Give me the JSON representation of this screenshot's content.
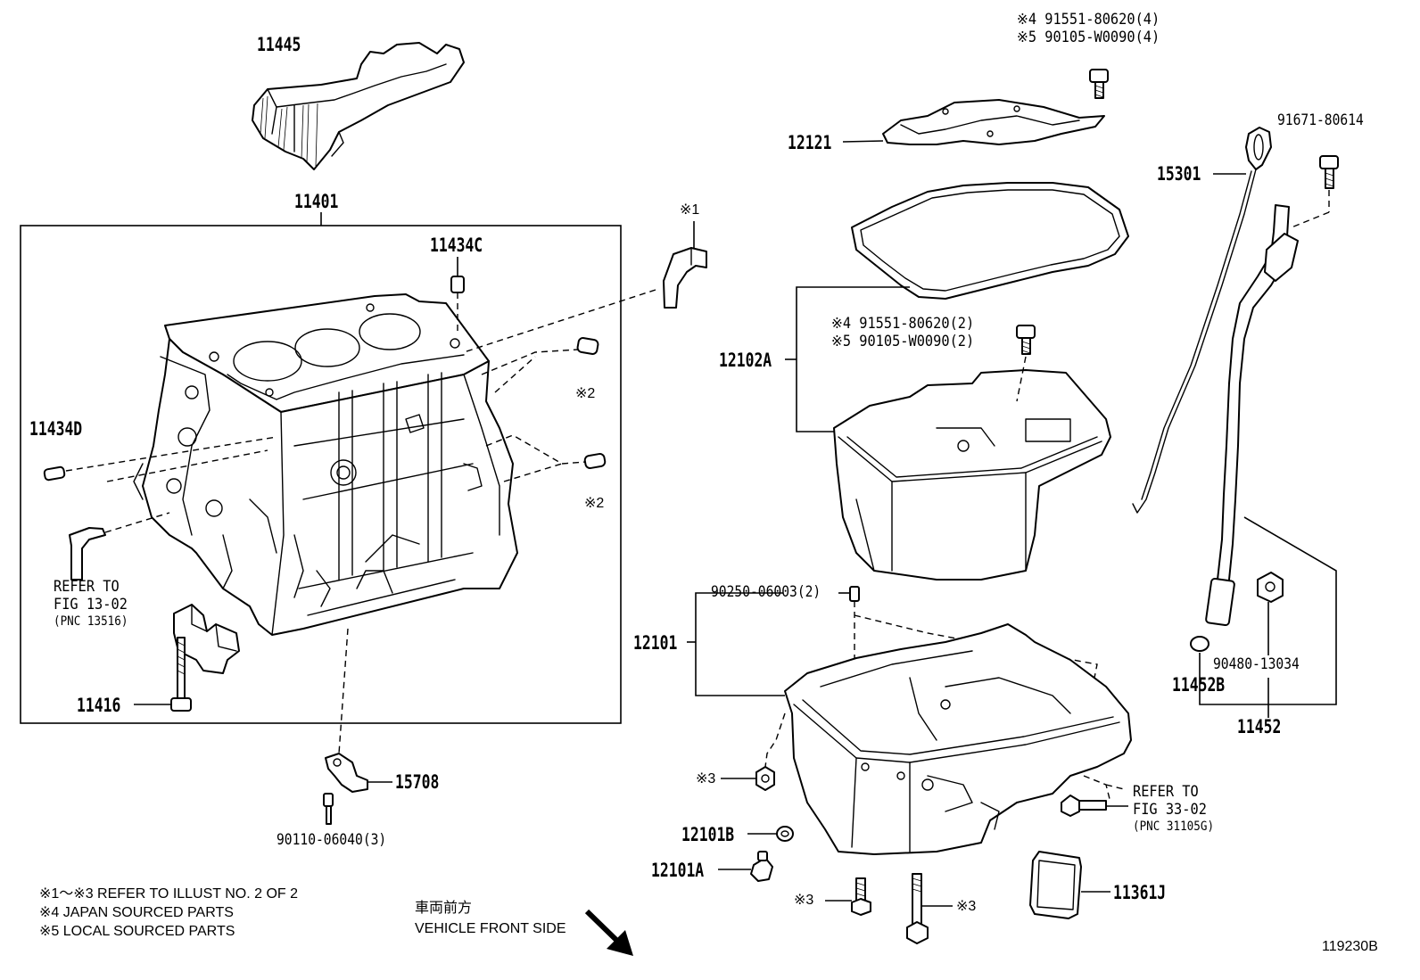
{
  "parts": {
    "p11445": "11445",
    "p11401": "11401",
    "p11434c": "11434C",
    "p11434d": "11434D",
    "p11416": "11416",
    "p15708": "15708",
    "p90110": "90110-06040(3)",
    "p12121": "12121",
    "p12102a": "12102A",
    "p12101": "12101",
    "p90250": "90250-06003(2)",
    "p12101b": "12101B",
    "p12101a": "12101A",
    "p11361j": "11361J",
    "p15301": "15301",
    "p91671": "91671-80614",
    "p11452b": "11452B",
    "p90480": "90480-13034",
    "p11452": "11452"
  },
  "markers": {
    "m1": "※1",
    "m2a": "※2",
    "m2b": "※2",
    "m3a": "※3",
    "m3b": "※3",
    "m3c": "※3"
  },
  "top_bolt_spec": {
    "line1": "※4 91551-80620(4)",
    "line2": "※5 90105-W0090(4)"
  },
  "pan_bolt_spec": {
    "line1": "※4 91551-80620(2)",
    "line2": "※5 90105-W0090(2)"
  },
  "refer_left": {
    "line1": "REFER TO",
    "line2": "FIG 13-02",
    "line3": "(PNC 13516)"
  },
  "refer_right": {
    "line1": "REFER TO",
    "line2": "FIG 33-02",
    "line3": "(PNC 31105G)"
  },
  "notes": {
    "n1": "※1～※3  REFER TO ILLUST NO. 2 OF 2",
    "n2": "※4 JAPAN SOURCED PARTS",
    "n3": "※5 LOCAL SOURCED PARTS"
  },
  "direction": {
    "jp": "車両前方",
    "en": "VEHICLE FRONT SIDE",
    "arrow_icon": "arrow-down-right-icon"
  },
  "figure_id": "119230B"
}
